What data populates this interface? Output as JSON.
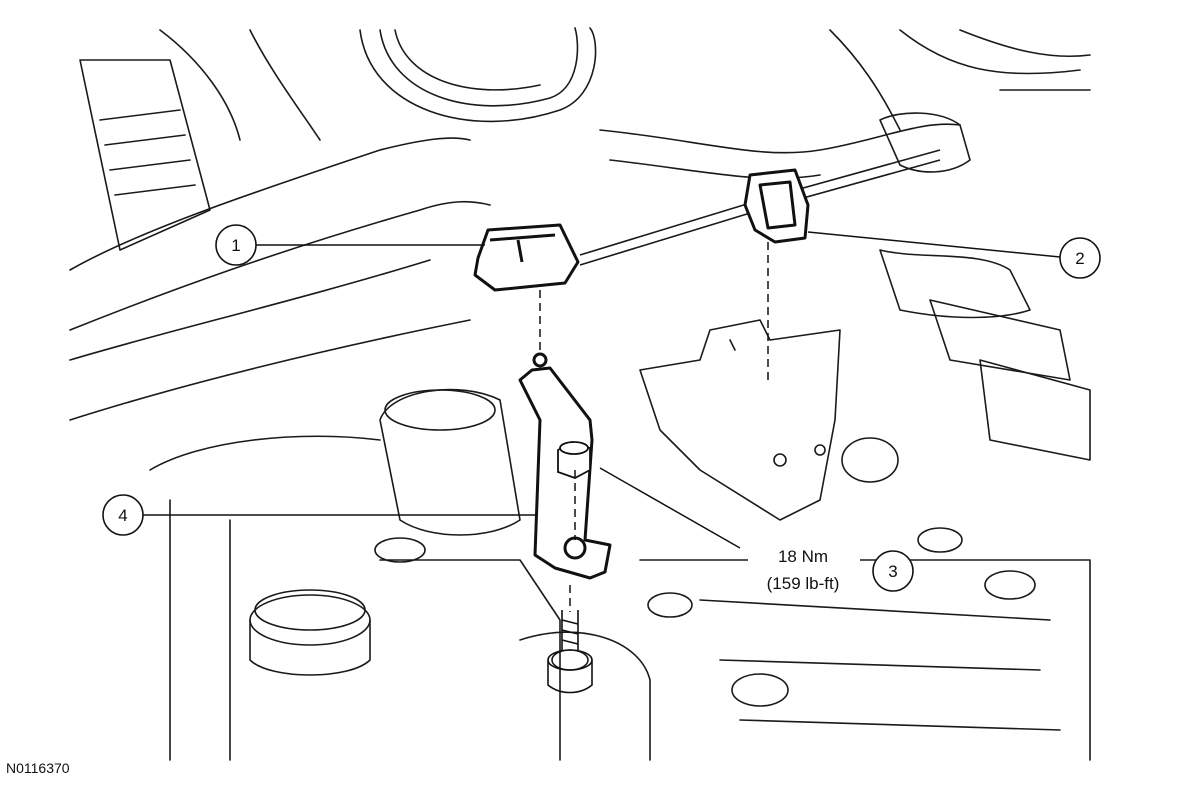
{
  "callouts": {
    "c1": "1",
    "c2": "2",
    "c3": "3",
    "c4": "4"
  },
  "torque": {
    "metric": "18 Nm",
    "imperial": "(159 lb-ft)"
  },
  "figure_id": "N0116370",
  "colors": {
    "line": "#1a1a1a",
    "fill": "#ffffff"
  }
}
